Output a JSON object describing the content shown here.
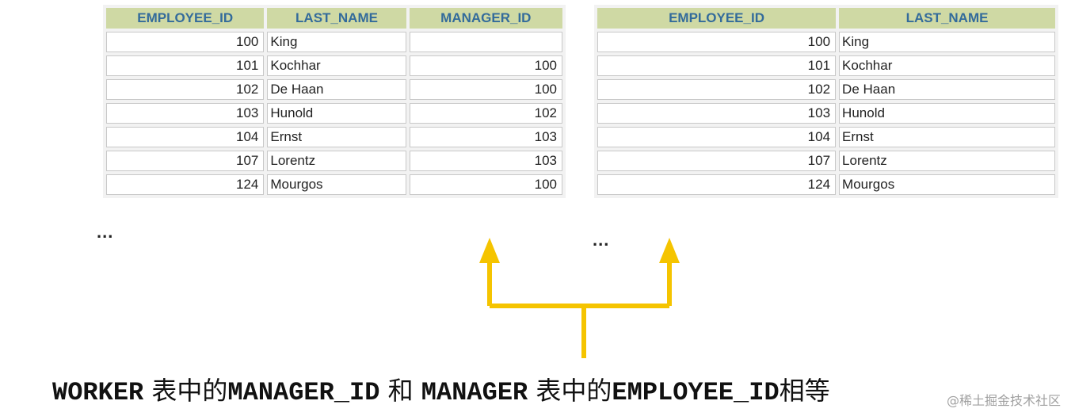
{
  "worker_table": {
    "headers": [
      "EMPLOYEE_ID",
      "LAST_NAME",
      "MANAGER_ID"
    ],
    "rows": [
      [
        "100",
        "King",
        ""
      ],
      [
        "101",
        "Kochhar",
        "100"
      ],
      [
        "102",
        "De Haan",
        "100"
      ],
      [
        "103",
        "Hunold",
        "102"
      ],
      [
        "104",
        "Ernst",
        "103"
      ],
      [
        "107",
        "Lorentz",
        "103"
      ],
      [
        "124",
        "Mourgos",
        "100"
      ]
    ],
    "ellipsis": "..."
  },
  "manager_table": {
    "headers": [
      "EMPLOYEE_ID",
      "LAST_NAME"
    ],
    "rows": [
      [
        "100",
        "King"
      ],
      [
        "101",
        "Kochhar"
      ],
      [
        "102",
        "De Haan"
      ],
      [
        "103",
        "Hunold"
      ],
      [
        "104",
        "Ernst"
      ],
      [
        "107",
        "Lorentz"
      ],
      [
        "124",
        "Mourgos"
      ]
    ],
    "ellipsis": "..."
  },
  "caption": {
    "part1": "WORKER",
    "part2": " 表中的",
    "part3": "MANAGER_ID",
    "part4": " 和 ",
    "part5": "MANAGER",
    "part6": " 表中的",
    "part7": "EMPLOYEE_ID",
    "part8": "相等"
  },
  "watermark": "@稀土掘金技术社区",
  "colors": {
    "header_bg": "#cfd9a4",
    "header_text": "#336b9b",
    "arrow": "#f5c400"
  }
}
